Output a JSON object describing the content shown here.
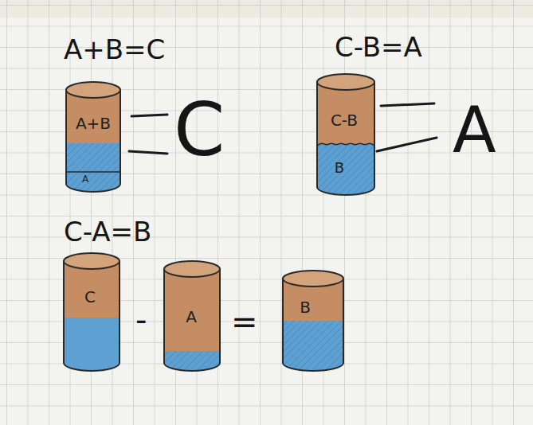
{
  "diagram": {
    "nodes": [
      {
        "text": [
          "A+B",
          "A"
        ]
      },
      {
        "text": [
          "C-B",
          "B"
        ]
      },
      {
        "text": [
          "C"
        ]
      },
      {
        "text": [
          "A"
        ]
      },
      {
        "text": [
          "B"
        ]
      }
    ],
    "labels": [
      "A+B=C",
      "C",
      "C-B=A",
      "A",
      "C-A=B",
      "-",
      "="
    ]
  }
}
